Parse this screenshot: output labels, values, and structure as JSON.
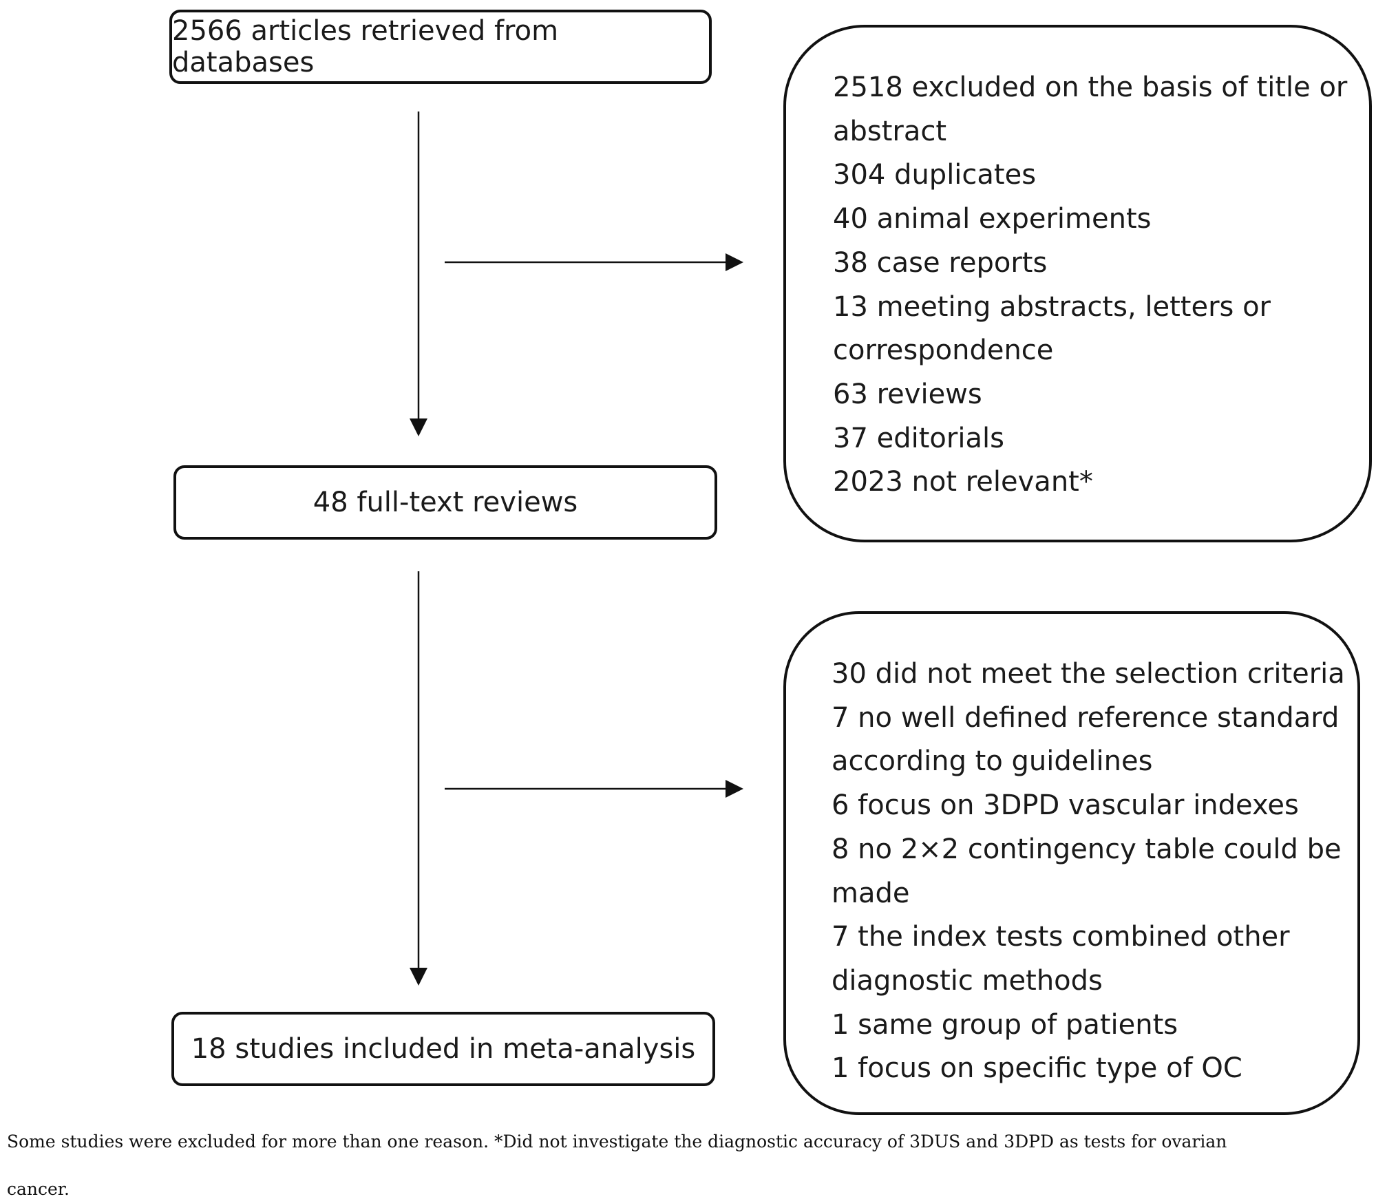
{
  "flow": {
    "retrieved": "2566 articles retrieved from databases",
    "fulltext": "48 full-text reviews",
    "included": "18 studies included in meta-analysis"
  },
  "exclusion1": {
    "lines": [
      "2518 excluded on the basis of title or",
      "abstract",
      "304 duplicates",
      "40 animal experiments",
      "38 case reports",
      "13 meeting abstracts, letters or",
      "correspondence",
      "63 reviews",
      "37 editorials",
      "2023 not relevant*"
    ]
  },
  "exclusion2": {
    "lines": [
      "30 did not meet the selection criteria",
      "7 no well defined reference standard",
      "according to guidelines",
      "6 focus on 3DPD vascular indexes",
      "8 no 2×2 contingency table could be",
      "made",
      "7 the index tests combined other",
      "diagnostic methods",
      "1 same group of patients",
      "1 focus on specific type of OC"
    ]
  },
  "footnote": {
    "line1": "Some studies were excluded for more than one reason. *Did not investigate the diagnostic accuracy of 3DUS and 3DPD as tests for ovarian",
    "line2": "cancer."
  }
}
